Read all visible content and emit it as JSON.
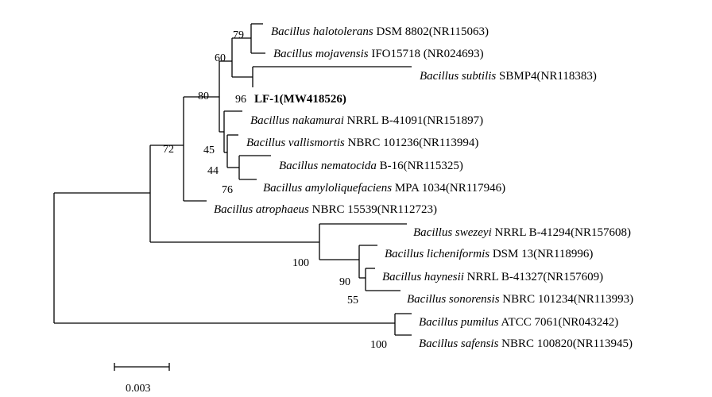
{
  "tree": {
    "taxa": [
      {
        "species": "Bacillus halotolerans",
        "strain": "DSM 8802(NR115063)"
      },
      {
        "species": "Bacillus mojavensis",
        "strain": "IFO15718 (NR024693)"
      },
      {
        "species": "Bacillus subtilis",
        "strain": "SBMP4(NR118383)"
      },
      {
        "species": "",
        "strain": "LF-1(MW418526)"
      },
      {
        "species": "Bacillus nakamurai",
        "strain": "NRRL B-41091(NR151897)"
      },
      {
        "species": "Bacillus vallismortis",
        "strain": "NBRC 101236(NR113994)"
      },
      {
        "species": "Bacillus nematocida",
        "strain": "B-16(NR115325)"
      },
      {
        "species": "Bacillus amyloliquefaciens",
        "strain": "MPA 1034(NR117946)"
      },
      {
        "species": "Bacillus atrophaeus",
        "strain": "NBRC 15539(NR112723)"
      },
      {
        "species": "Bacillus swezeyi",
        "strain": "NRRL B-41294(NR157608)"
      },
      {
        "species": "Bacillus licheniformis",
        "strain": "DSM 13(NR118996)"
      },
      {
        "species": "Bacillus haynesii",
        "strain": "NRRL B-41327(NR157609)"
      },
      {
        "species": "Bacillus sonorensis",
        "strain": "NBRC 101234(NR113993)"
      },
      {
        "species": "Bacillus pumilus",
        "strain": "ATCC 7061(NR043242)"
      },
      {
        "species": "Bacillus safensis",
        "strain": "NBRC 100820(NR113945)"
      }
    ],
    "bootstrap": [
      "79",
      "60",
      "96",
      "80",
      "45",
      "44",
      "76",
      "72",
      "100",
      "90",
      "55",
      "100"
    ],
    "scale_bar": "0.003"
  }
}
